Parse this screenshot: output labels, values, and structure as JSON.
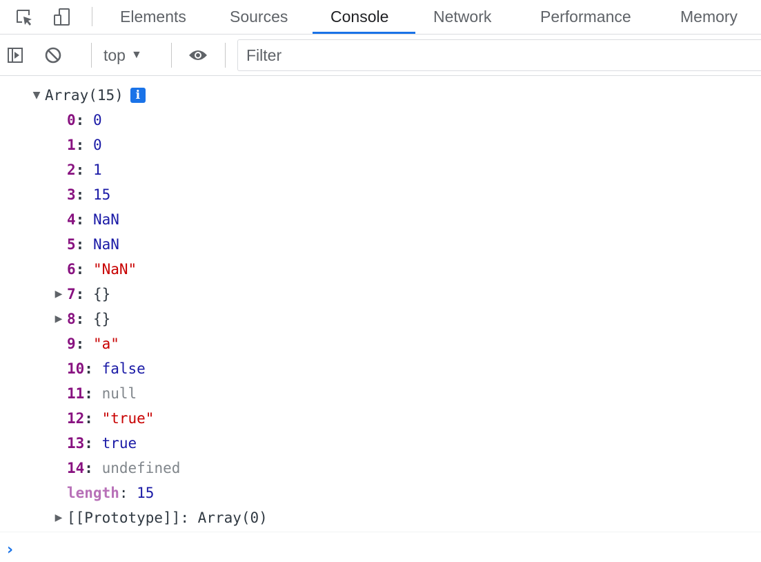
{
  "tabs": [
    {
      "label": "Elements",
      "active": false
    },
    {
      "label": "Sources",
      "active": false
    },
    {
      "label": "Console",
      "active": true
    },
    {
      "label": "Network",
      "active": false
    },
    {
      "label": "Performance",
      "active": false
    },
    {
      "label": "Memory",
      "active": false
    }
  ],
  "icons": {
    "inspect": "inspect-element-icon",
    "device": "device-toolbar-icon",
    "sidebar": "sidebar-toggle-icon",
    "clear": "clear-console-icon",
    "eye": "live-expression-icon",
    "dropdown": "chevron-down-icon",
    "prompt": "console-prompt-icon"
  },
  "toolbar": {
    "context": "top",
    "filter_placeholder": "Filter",
    "filter_value": ""
  },
  "console": {
    "header": "Array(15)",
    "header_expanded": true,
    "info_badge": "i",
    "entries": [
      {
        "key": "0",
        "value": "0",
        "type": "number"
      },
      {
        "key": "1",
        "value": "0",
        "type": "number"
      },
      {
        "key": "2",
        "value": "1",
        "type": "number"
      },
      {
        "key": "3",
        "value": "15",
        "type": "number"
      },
      {
        "key": "4",
        "value": "NaN",
        "type": "number"
      },
      {
        "key": "5",
        "value": "NaN",
        "type": "number"
      },
      {
        "key": "6",
        "value": "\"NaN\"",
        "type": "string"
      },
      {
        "key": "7",
        "value": "{}",
        "type": "object",
        "expandable": true
      },
      {
        "key": "8",
        "value": "{}",
        "type": "object",
        "expandable": true
      },
      {
        "key": "9",
        "value": "\"a\"",
        "type": "string"
      },
      {
        "key": "10",
        "value": "false",
        "type": "boolean"
      },
      {
        "key": "11",
        "value": "null",
        "type": "nil"
      },
      {
        "key": "12",
        "value": "\"true\"",
        "type": "string"
      },
      {
        "key": "13",
        "value": "true",
        "type": "boolean"
      },
      {
        "key": "14",
        "value": "undefined",
        "type": "nil"
      }
    ],
    "length_key": "length",
    "length_value": "15",
    "prototype_key": "[[Prototype]]",
    "prototype_value": "Array(0)"
  },
  "colors": {
    "accent": "#1a73e8",
    "key": "#881280",
    "number": "#1a1aa6",
    "string": "#c80000",
    "nil": "#80868b"
  }
}
